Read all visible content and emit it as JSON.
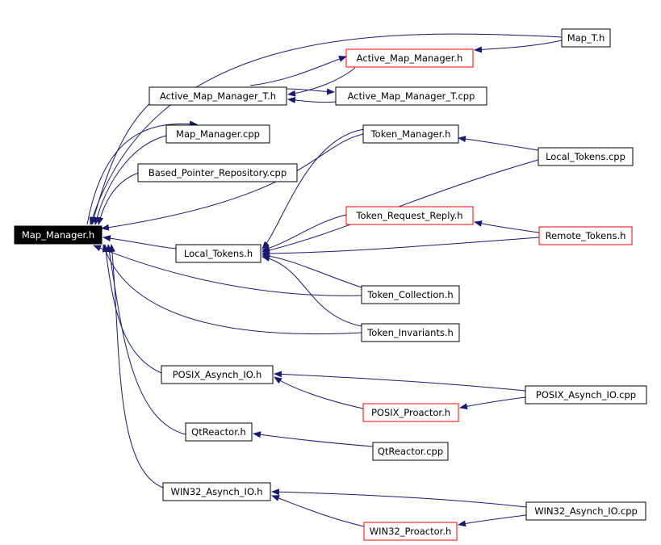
{
  "diagram": {
    "edge_color": "#191970",
    "nodes": [
      {
        "id": "map_manager_h",
        "label": "Map_Manager.h",
        "style": "root",
        "fill": "#000000",
        "stroke": "#000000",
        "text": "#ffffff"
      },
      {
        "id": "map_t_h",
        "label": "Map_T.h",
        "style": "normal"
      },
      {
        "id": "active_map_manager_h",
        "label": "Active_Map_Manager.h",
        "style": "red"
      },
      {
        "id": "active_map_manager_t_h",
        "label": "Active_Map_Manager_T.h",
        "style": "normal"
      },
      {
        "id": "active_map_manager_t_cpp",
        "label": "Active_Map_Manager_T.cpp",
        "style": "normal"
      },
      {
        "id": "map_manager_cpp",
        "label": "Map_Manager.cpp",
        "style": "normal"
      },
      {
        "id": "token_manager_h",
        "label": "Token_Manager.h",
        "style": "normal"
      },
      {
        "id": "local_tokens_cpp",
        "label": "Local_Tokens.cpp",
        "style": "normal"
      },
      {
        "id": "based_pointer_repository_cpp",
        "label": "Based_Pointer_Repository.cpp",
        "style": "normal"
      },
      {
        "id": "token_request_reply_h",
        "label": "Token_Request_Reply.h",
        "style": "red"
      },
      {
        "id": "remote_tokens_h",
        "label": "Remote_Tokens.h",
        "style": "red"
      },
      {
        "id": "local_tokens_h",
        "label": "Local_Tokens.h",
        "style": "normal"
      },
      {
        "id": "token_collection_h",
        "label": "Token_Collection.h",
        "style": "normal"
      },
      {
        "id": "token_invariants_h",
        "label": "Token_Invariants.h",
        "style": "normal"
      },
      {
        "id": "posix_asynch_io_h",
        "label": "POSIX_Asynch_IO.h",
        "style": "normal"
      },
      {
        "id": "posix_asynch_io_cpp",
        "label": "POSIX_Asynch_IO.cpp",
        "style": "normal"
      },
      {
        "id": "posix_proactor_h",
        "label": "POSIX_Proactor.h",
        "style": "red"
      },
      {
        "id": "qtreactor_h",
        "label": "QtReactor.h",
        "style": "normal"
      },
      {
        "id": "qtreactor_cpp",
        "label": "QtReactor.cpp",
        "style": "normal"
      },
      {
        "id": "win32_asynch_io_h",
        "label": "WIN32_Asynch_IO.h",
        "style": "normal"
      },
      {
        "id": "win32_asynch_io_cpp",
        "label": "WIN32_Asynch_IO.cpp",
        "style": "normal"
      },
      {
        "id": "win32_proactor_h",
        "label": "WIN32_Proactor.h",
        "style": "red"
      }
    ],
    "edges": [
      {
        "from": "map_t_h",
        "to": "map_manager_h"
      },
      {
        "from": "map_t_h",
        "to": "active_map_manager_h"
      },
      {
        "from": "active_map_manager_t_h",
        "to": "active_map_manager_h"
      },
      {
        "from": "active_map_manager_t_h",
        "to": "active_map_manager_t_cpp"
      },
      {
        "from": "active_map_manager_t_cpp",
        "to": "active_map_manager_t_h"
      },
      {
        "from": "active_map_manager_h",
        "to": "active_map_manager_t_h"
      },
      {
        "from": "active_map_manager_t_h",
        "to": "map_manager_h"
      },
      {
        "from": "map_manager_cpp",
        "to": "map_manager_h"
      },
      {
        "from": "map_manager_h",
        "to": "map_manager_cpp"
      },
      {
        "from": "based_pointer_repository_cpp",
        "to": "map_manager_h"
      },
      {
        "from": "token_manager_h",
        "to": "map_manager_h"
      },
      {
        "from": "local_tokens_cpp",
        "to": "token_manager_h"
      },
      {
        "from": "local_tokens_h",
        "to": "map_manager_h"
      },
      {
        "from": "token_manager_h",
        "to": "local_tokens_h"
      },
      {
        "from": "local_tokens_cpp",
        "to": "local_tokens_h"
      },
      {
        "from": "remote_tokens_h",
        "to": "token_request_reply_h"
      },
      {
        "from": "token_request_reply_h",
        "to": "local_tokens_h"
      },
      {
        "from": "remote_tokens_h",
        "to": "local_tokens_h"
      },
      {
        "from": "token_collection_h",
        "to": "local_tokens_h"
      },
      {
        "from": "token_invariants_h",
        "to": "local_tokens_h"
      },
      {
        "from": "token_collection_h",
        "to": "map_manager_h"
      },
      {
        "from": "token_invariants_h",
        "to": "map_manager_h"
      },
      {
        "from": "posix_asynch_io_h",
        "to": "map_manager_h"
      },
      {
        "from": "posix_asynch_io_cpp",
        "to": "posix_asynch_io_h"
      },
      {
        "from": "posix_proactor_h",
        "to": "posix_asynch_io_h"
      },
      {
        "from": "posix_asynch_io_cpp",
        "to": "posix_proactor_h"
      },
      {
        "from": "qtreactor_h",
        "to": "map_manager_h"
      },
      {
        "from": "qtreactor_cpp",
        "to": "qtreactor_h"
      },
      {
        "from": "win32_asynch_io_h",
        "to": "map_manager_h"
      },
      {
        "from": "win32_asynch_io_cpp",
        "to": "win32_asynch_io_h"
      },
      {
        "from": "win32_proactor_h",
        "to": "win32_asynch_io_h"
      },
      {
        "from": "win32_asynch_io_cpp",
        "to": "win32_proactor_h"
      }
    ]
  }
}
